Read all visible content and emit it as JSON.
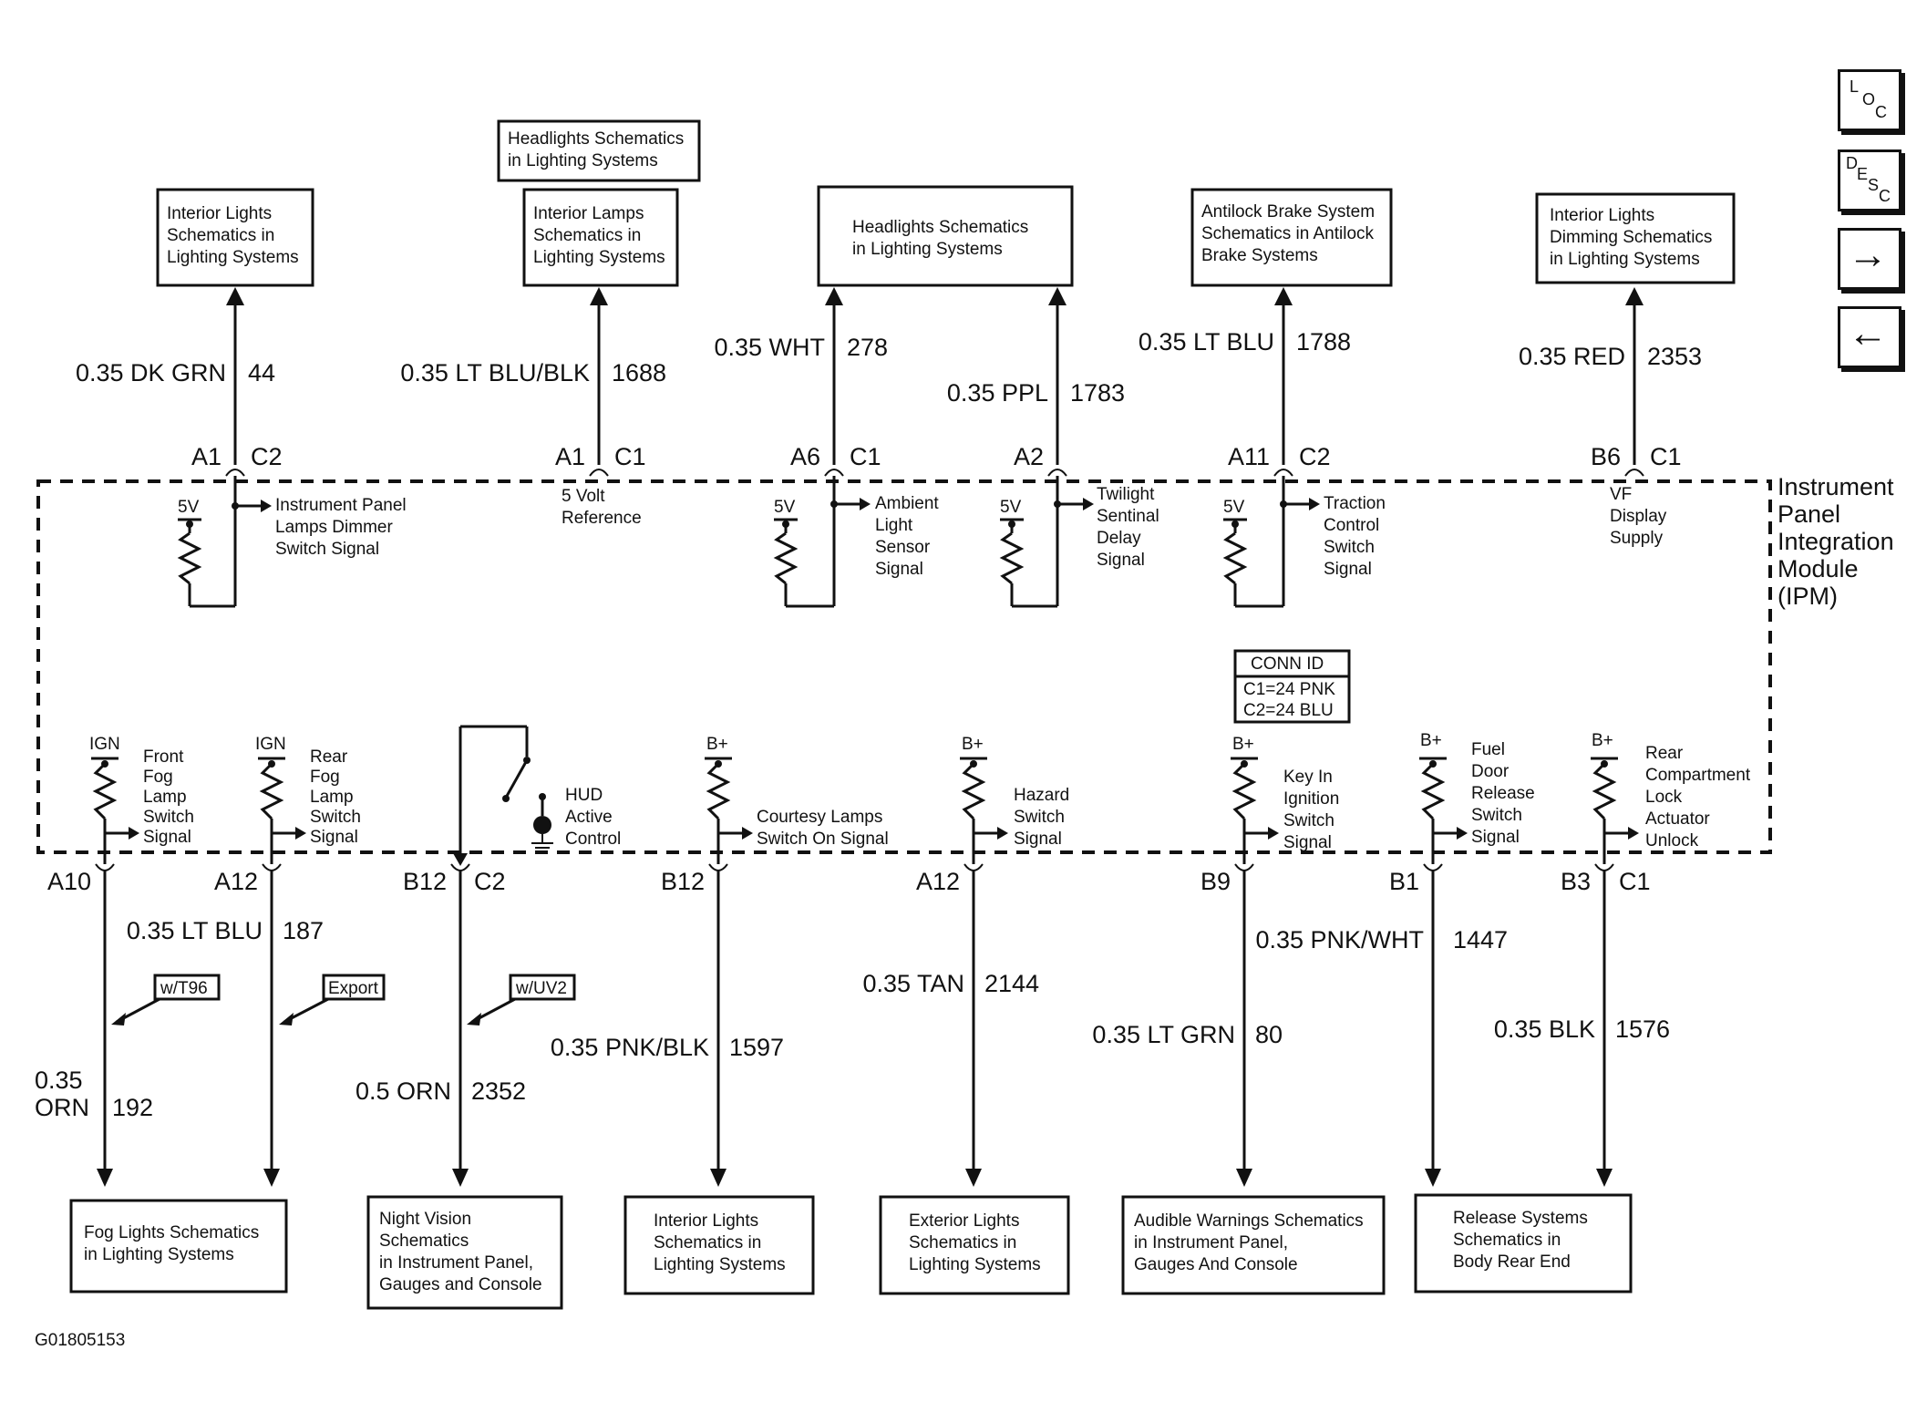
{
  "diagram_id": "G01805153",
  "module_label": [
    "Instrument",
    "Panel",
    "Integration",
    "Module",
    "(IPM)"
  ],
  "conn_id": {
    "title": "CONN ID",
    "lines": [
      "C1=24 PNK",
      "C2=24 BLU"
    ]
  },
  "nav": {
    "loc": [
      "L",
      "O",
      "C"
    ],
    "desc": [
      "D",
      "E",
      "S",
      "C"
    ],
    "forward": "→",
    "back": "←"
  },
  "top_circuits": [
    {
      "dest": [
        "Interior Lights",
        "Schematics in",
        "Lighting Systems"
      ],
      "wire": "0.35 DK GRN",
      "circuit": "44",
      "pin": "A1",
      "conn": "C2",
      "source": "5V",
      "signal": [
        "Instrument Panel",
        "Lamps Dimmer",
        "Switch Signal"
      ]
    },
    {
      "dest": [
        "Interior Lamps",
        "Schematics in",
        "Lighting Systems"
      ],
      "dest_extra": [
        "Headlights Schematics",
        "in Lighting Systems"
      ],
      "wire": "0.35 LT BLU/BLK",
      "circuit": "1688",
      "pin": "A1",
      "conn": "C1",
      "signal": [
        "5 Volt",
        "Reference"
      ]
    },
    {
      "dest": [
        "Headlights Schematics",
        "in Lighting Systems"
      ],
      "wire": "0.35 WHT",
      "circuit": "278",
      "pin": "A6",
      "conn": "C1",
      "source": "5V",
      "signal": [
        "Ambient",
        "Light",
        "Sensor",
        "Signal"
      ]
    },
    {
      "wire": "0.35 PPL",
      "circuit": "1783",
      "pin": "A2",
      "source": "5V",
      "signal": [
        "Twilight",
        "Sentinal",
        "Delay",
        "Signal"
      ]
    },
    {
      "dest": [
        "Antilock Brake System",
        "Schematics in Antilock",
        "Brake Systems"
      ],
      "wire": "0.35 LT BLU",
      "circuit": "1788",
      "pin": "A11",
      "conn": "C2",
      "source": "5V",
      "signal": [
        "Traction",
        "Control",
        "Switch",
        "Signal"
      ]
    },
    {
      "dest": [
        "Interior Lights",
        "Dimming Schematics",
        "in Lighting Systems"
      ],
      "wire": "0.35 RED",
      "circuit": "2353",
      "pin": "B6",
      "conn": "C1",
      "signal": [
        "VF",
        "Display",
        "Supply"
      ]
    }
  ],
  "bottom_circuits": [
    {
      "source": "IGN",
      "signal": [
        "Front",
        "Fog",
        "Lamp",
        "Switch",
        "Signal"
      ],
      "pin": "A10",
      "wire": [
        "0.35",
        "ORN"
      ],
      "circuit": "192",
      "option": "w/T96",
      "dest": [
        "Fog Lights Schematics",
        "in Lighting Systems"
      ]
    },
    {
      "source": "IGN",
      "signal": [
        "Rear",
        "Fog",
        "Lamp",
        "Switch",
        "Signal"
      ],
      "pin": "A12",
      "wire": "0.35 LT BLU",
      "circuit": "187",
      "option": "Export"
    },
    {
      "signal": [
        "HUD",
        "Active",
        "Control"
      ],
      "pin": "B12",
      "conn": "C2",
      "wire": "0.5 ORN",
      "circuit": "2352",
      "option": "w/UV2",
      "dest": [
        "Night Vision",
        "Schematics",
        "in Instrument Panel,",
        "Gauges and Console"
      ]
    },
    {
      "source": "B+",
      "signal": [
        "Courtesy Lamps",
        "Switch On Signal"
      ],
      "pin": "B12",
      "wire": "0.35 PNK/BLK",
      "circuit": "1597",
      "dest": [
        "Interior Lights",
        "Schematics in",
        "Lighting Systems"
      ]
    },
    {
      "source": "B+",
      "signal": [
        "Hazard",
        "Switch",
        "Signal"
      ],
      "pin": "A12",
      "wire": "0.35 TAN",
      "circuit": "2144",
      "dest": [
        "Exterior Lights",
        "Schematics in",
        "Lighting Systems"
      ]
    },
    {
      "source": "B+",
      "signal": [
        "Key In",
        "Ignition",
        "Switch",
        "Signal"
      ],
      "pin": "B9",
      "wire": "0.35 LT GRN",
      "circuit": "80",
      "dest": [
        "Audible Warnings Schematics",
        "in Instrument Panel,",
        "Gauges And Console"
      ]
    },
    {
      "source": "B+",
      "signal": [
        "Fuel",
        "Door",
        "Release",
        "Switch",
        "Signal"
      ],
      "pin": "B1",
      "wire": "0.35 PNK/WHT",
      "circuit": "1447"
    },
    {
      "source": "B+",
      "signal": [
        "Rear",
        "Compartment",
        "Lock",
        "Actuator",
        "Unlock"
      ],
      "pin": "B3",
      "conn": "C1",
      "wire": "0.35 BLK",
      "circuit": "1576",
      "dest": [
        "Release Systems",
        "Schematics in",
        "Body Rear End"
      ]
    }
  ]
}
